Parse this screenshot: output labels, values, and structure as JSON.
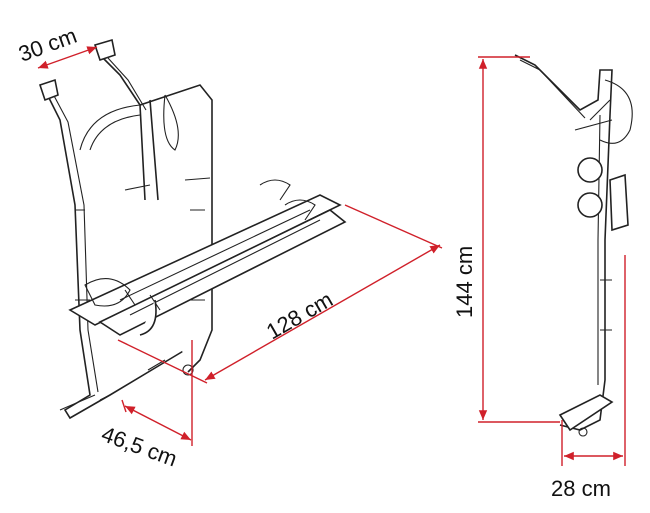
{
  "dimensions": {
    "width_top": "30 cm",
    "length": "128 cm",
    "depth": "46,5 cm",
    "height": "144 cm",
    "side_depth": "28 cm"
  },
  "colors": {
    "dimension_line": "#d0202a",
    "drawing": "#222222"
  }
}
